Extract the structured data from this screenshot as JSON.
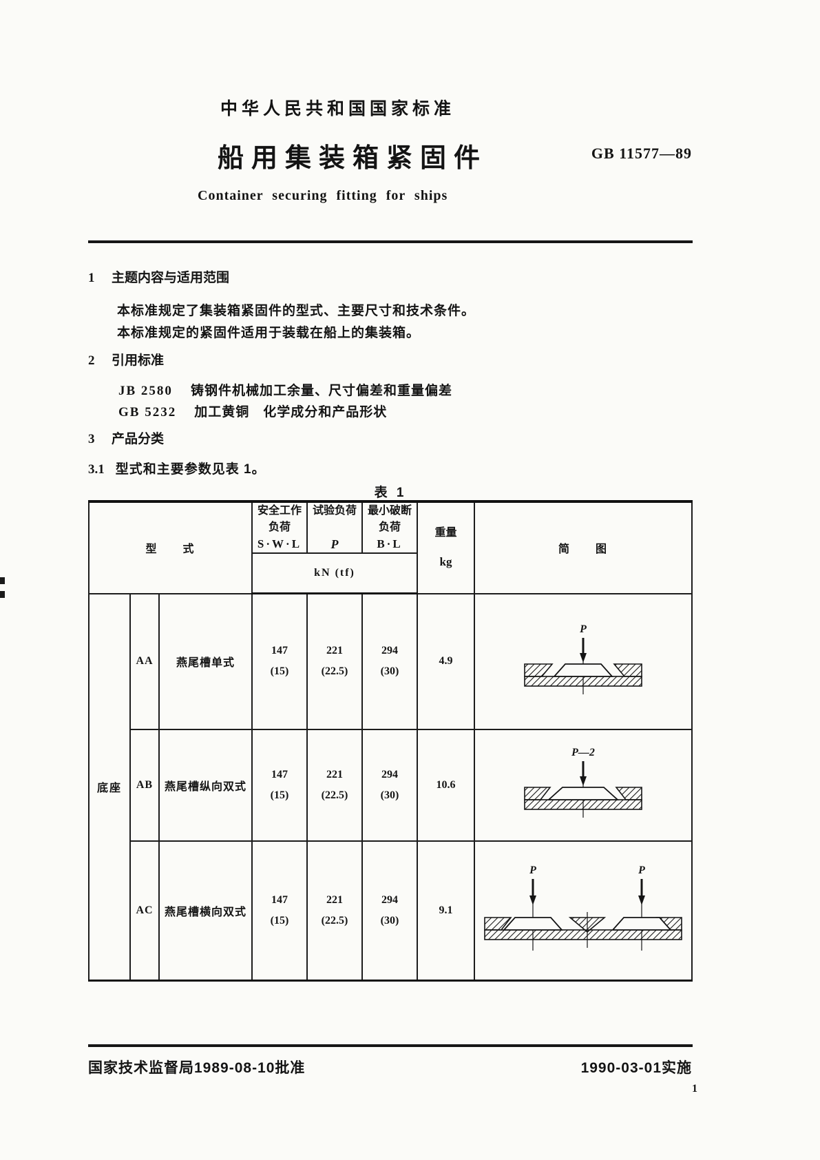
{
  "page": {
    "standard_header": "中华人民共和国国家标准",
    "title": "船用集装箱紧固件",
    "standard_number": "GB 11577—89",
    "title_en": "Container securing fitting for ships",
    "page_number": "1"
  },
  "section1": {
    "number": "1",
    "title": "主题内容与适用范围",
    "para1": "本标准规定了集装箱紧固件的型式、主要尺寸和技术条件。",
    "para2": "本标准规定的紧固件适用于装载在船上的集装箱。"
  },
  "section2": {
    "number": "2",
    "title": "引用标准",
    "ref1_code": "JB 2580",
    "ref1_text": "铸钢件机械加工余量、尺寸偏差和重量偏差",
    "ref2_code": "GB 5232",
    "ref2_text": "加工黄铜　化学成分和产品形状"
  },
  "section3": {
    "number": "3",
    "title": "产品分类",
    "sub_number": "3.1",
    "sub_text": "型式和主要参数见表 1。"
  },
  "table1": {
    "caption": "表 1",
    "header": {
      "type": "型　　式",
      "swl1": "安全工作",
      "swl2": "负荷",
      "swl3": "S·W·L",
      "test1": "试验负荷",
      "test2": "P",
      "brk1": "最小破断",
      "brk2": "负荷",
      "brk3": "B·L",
      "weight1": "重量",
      "weight2": "kg",
      "unit": "kN (tf)",
      "diagram": "简　　图"
    },
    "group_label": "底座",
    "rows": [
      {
        "code": "AA",
        "name": "燕尾槽单式",
        "swl_kn": "147",
        "swl_tf": "(15)",
        "test_kn": "221",
        "test_tf": "(22.5)",
        "brk_kn": "294",
        "brk_tf": "(30)",
        "weight": "4.9",
        "label": "P"
      },
      {
        "code": "AB",
        "name": "燕尾槽纵向双式",
        "swl_kn": "147",
        "swl_tf": "(15)",
        "test_kn": "221",
        "test_tf": "(22.5)",
        "brk_kn": "294",
        "brk_tf": "(30)",
        "weight": "10.6",
        "label": "P—2"
      },
      {
        "code": "AC",
        "name": "燕尾槽横向双式",
        "swl_kn": "147",
        "swl_tf": "(15)",
        "test_kn": "221",
        "test_tf": "(22.5)",
        "brk_kn": "294",
        "brk_tf": "(30)",
        "weight": "9.1",
        "label1": "P",
        "label2": "P"
      }
    ]
  },
  "footer": {
    "approval": "国家技术监督局1989-08-10批准",
    "implementation": "1990-03-01实施"
  }
}
